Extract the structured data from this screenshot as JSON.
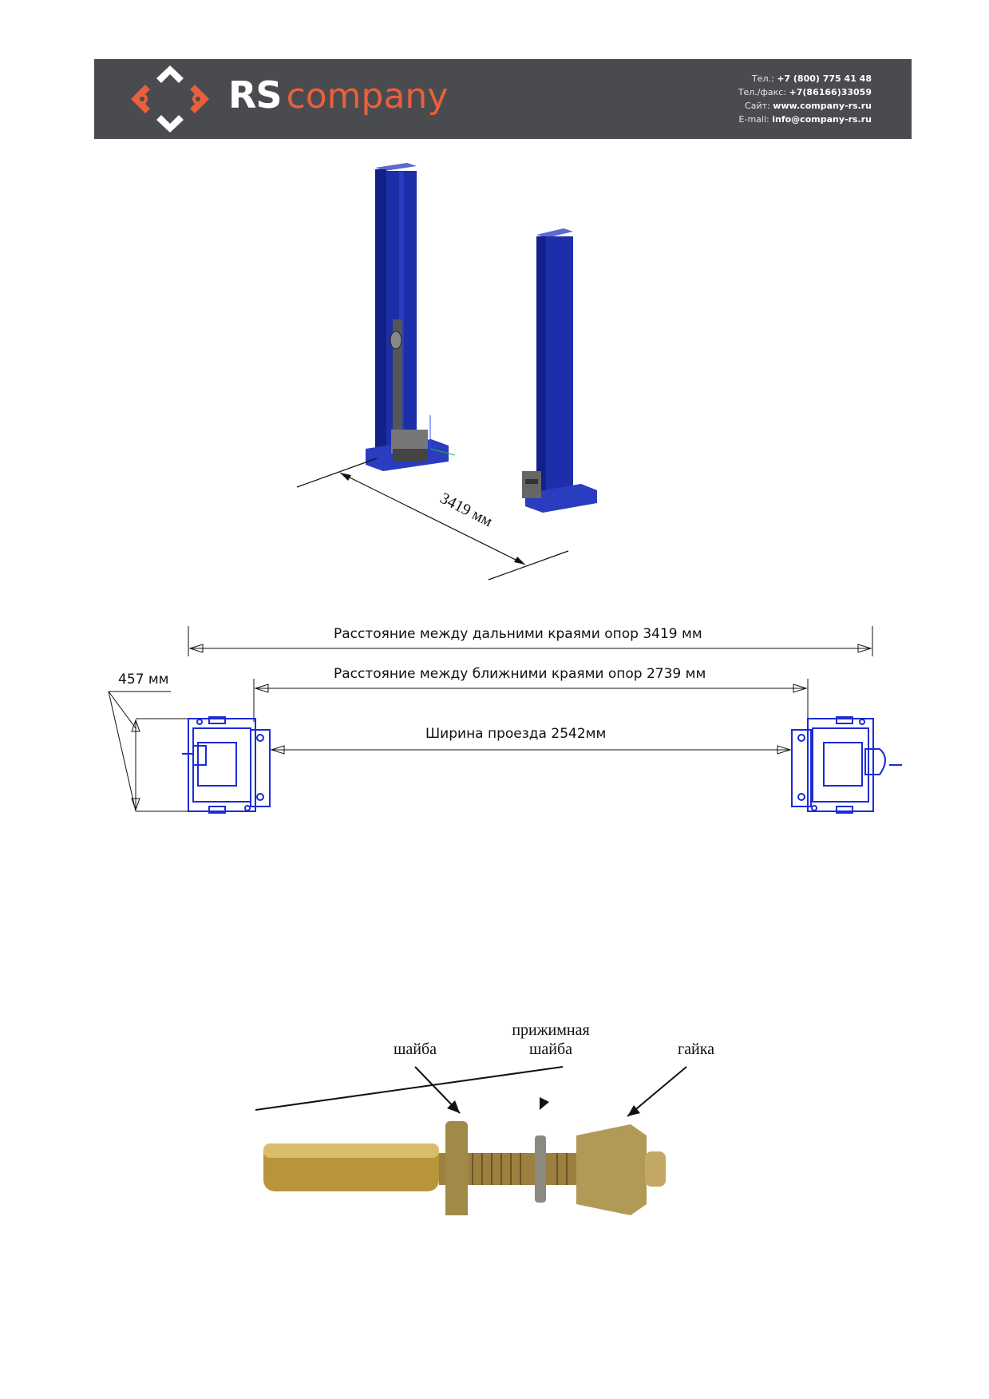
{
  "header": {
    "brand_rs": "RS",
    "brand_company": "company",
    "phone_label": "Тел.:",
    "phone": "+7 (800) 775 41 48",
    "fax_label": "Тел./факс:",
    "fax": "+7(86166)33059",
    "site_label": "Сайт:",
    "site": "www.company-rs.ru",
    "email_label": "E-mail:",
    "email": "info@company-rs.ru",
    "colors": {
      "background": "#4a4b4f",
      "accent": "#e8603c"
    }
  },
  "figure_3d": {
    "distance_label": "3419 мм",
    "column_color": "#1d2fa8"
  },
  "figure_plan": {
    "far_edges_label": "Расстояние между дальними краями опор 3419 мм",
    "near_edges_label": "Расстояние между ближними краями опор 2739 мм",
    "drive_width_label": "Ширина проезда  2542мм",
    "base_depth_label": "457 мм",
    "drawing_color": "#1a2bd8"
  },
  "figure_anchor": {
    "washer_label": "шайба",
    "lock_washer_label_line1": "прижимная",
    "lock_washer_label_line2": "шайба",
    "nut_label": "гайка"
  }
}
